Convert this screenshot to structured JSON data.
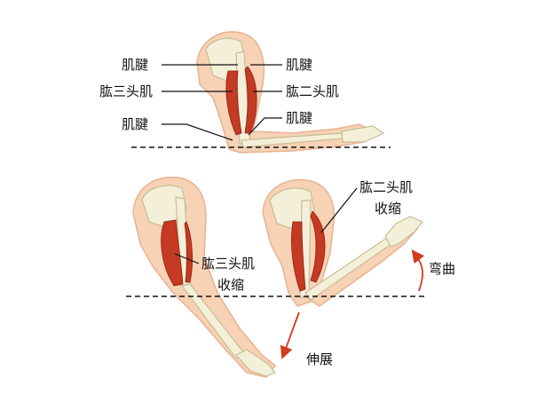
{
  "labels": {
    "tendon_top_left": "肌腱",
    "tendon_top_right": "肌腱",
    "triceps_top": "肱三头肌",
    "biceps_top": "肱二头肌",
    "tendon_mid_left": "肌腱",
    "tendon_mid_right": "肌腱",
    "triceps_contract_line1": "肱三头肌",
    "triceps_contract_line2": "收缩",
    "biceps_contract_line1": "肱二头肌",
    "biceps_contract_line2": "收缩",
    "flexion": "弯曲",
    "extension": "伸展"
  },
  "colors": {
    "skin": "#f7d2b5",
    "skin_edge": "#e9b192",
    "bone": "#f4efd8",
    "bone_edge": "#c7bd95",
    "muscle": "#c43a22",
    "muscle_dark": "#8e1f10",
    "arrow": "#d33a1c",
    "leader": "#111111"
  }
}
